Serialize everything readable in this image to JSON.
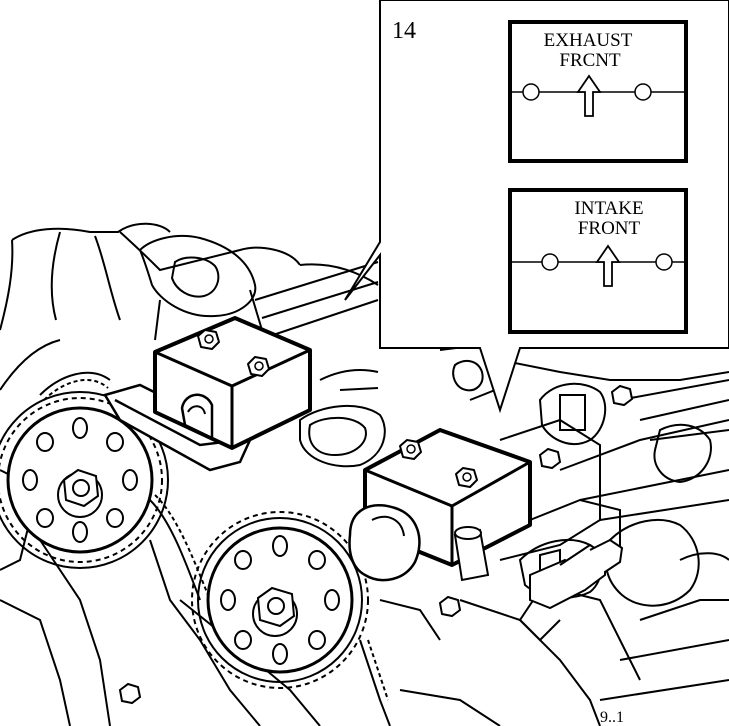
{
  "figure": {
    "step_number": "14"
  },
  "callouts": {
    "exhaust": {
      "line1": "EXHAUST",
      "line2": "FRCNT"
    },
    "intake": {
      "line1": "INTAKE",
      "line2": "FRONT"
    }
  },
  "corner_code": "9..1"
}
